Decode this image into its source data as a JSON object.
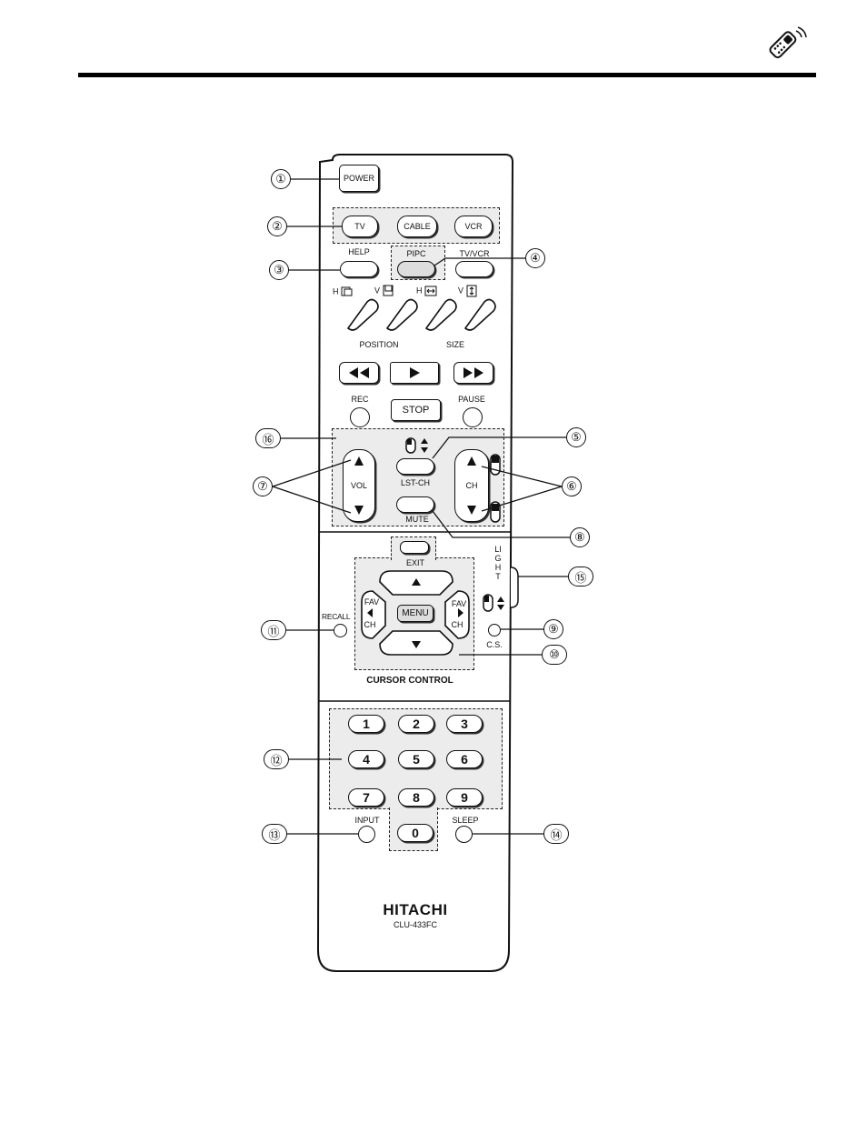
{
  "header_icon": "remote-control-icon",
  "buttons": {
    "power": "POWER",
    "tv": "TV",
    "cable": "CABLE",
    "vcr": "VCR",
    "help": "HELP",
    "pipc": "PIPC",
    "tvvcr": "TV/VCR",
    "pos_h": "H",
    "pos_v": "V",
    "size_h": "H",
    "size_v": "V",
    "position": "POSITION",
    "size": "SIZE",
    "rec": "REC",
    "stop": "STOP",
    "pause": "PAUSE",
    "vol": "VOL",
    "lstch": "LST-CH",
    "ch": "CH",
    "mute": "MUTE",
    "exit": "EXIT",
    "light": "LIGHT",
    "fav": "FAV",
    "chsub": "CH",
    "menu": "MENU",
    "recall": "RECALL",
    "cs": "C.S.",
    "cursor_control": "CURSOR CONTROL",
    "digits": [
      "1",
      "2",
      "3",
      "4",
      "5",
      "6",
      "7",
      "8",
      "9",
      "0"
    ],
    "input": "INPUT",
    "sleep": "SLEEP"
  },
  "brand": "HITACHI",
  "model": "CLU-433FC",
  "callouts": [
    "①",
    "②",
    "③",
    "④",
    "⑤",
    "⑥",
    "⑦",
    "⑧",
    "⑨",
    "⑩",
    "⑪",
    "⑫",
    "⑬",
    "⑭",
    "⑮",
    "⑯"
  ]
}
